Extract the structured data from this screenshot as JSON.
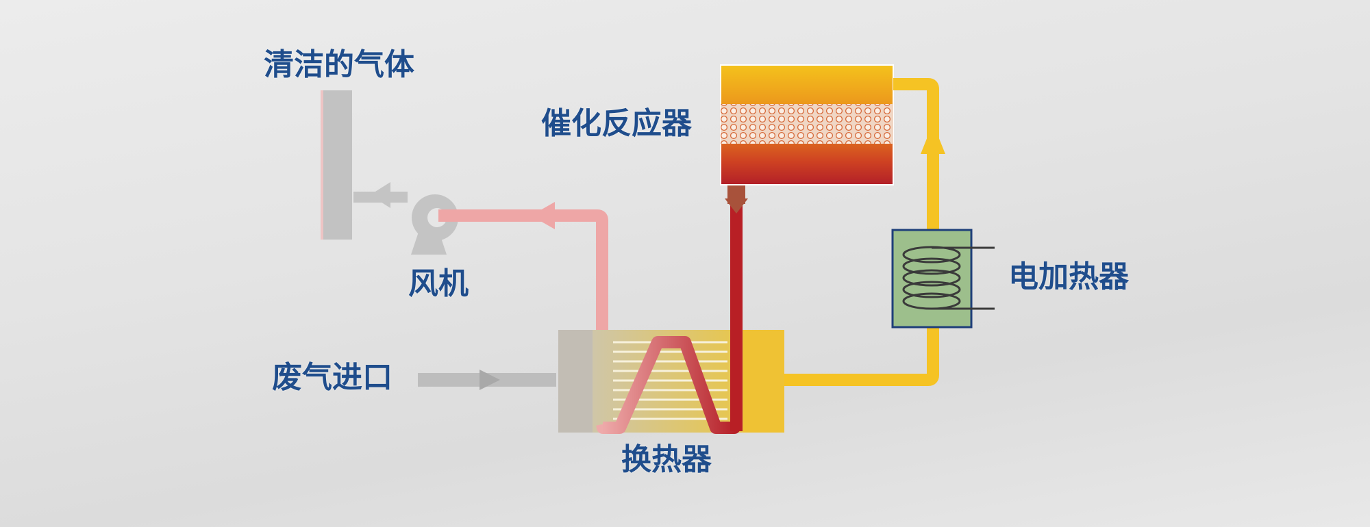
{
  "labels": {
    "clean_gas": "清洁的气体",
    "catalytic_reactor": "催化反应器",
    "fan": "风机",
    "exhaust_inlet": "废气进口",
    "electric_heater": "电加热器",
    "heat_exchanger": "换热器"
  },
  "colors": {
    "label_text": "#1f4d8c",
    "clean_gas_pipe": "#eea6a6",
    "hot_gas_pipe": "#b81f25",
    "heated_gas_pipe": "#f5c324",
    "inlet_gas_pipe": "#bdbdbd",
    "heater_body": "#9dbf8c",
    "heater_frame": "#1f3f7a",
    "reactor_top": "#f2b61c",
    "reactor_bottom": "#b5202a"
  }
}
